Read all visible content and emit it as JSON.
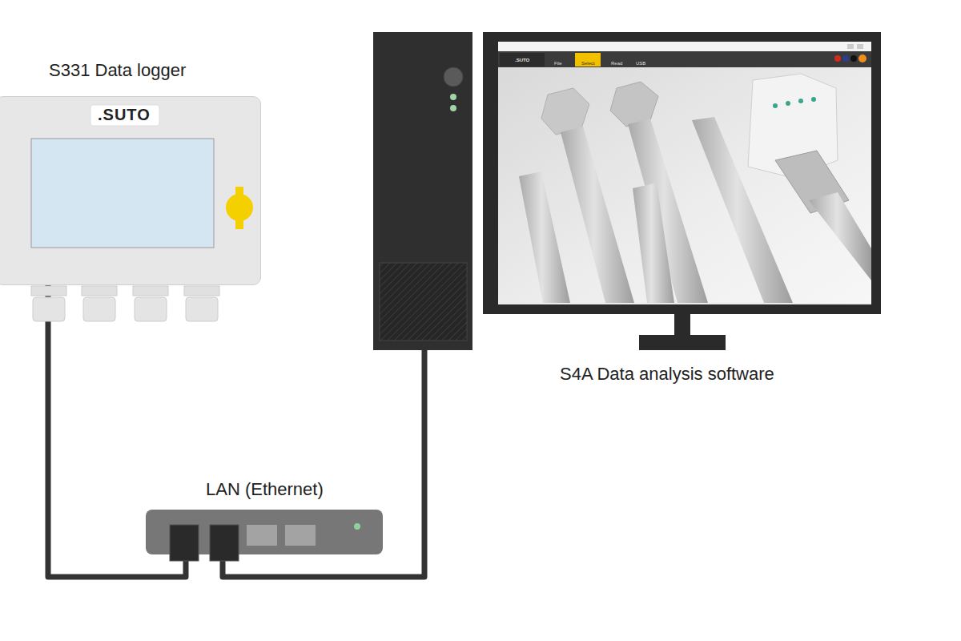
{
  "diagram": {
    "nodes": [
      {
        "text": [
          "S331 Data logger"
        ]
      },
      {
        "text": [
          "LAN (Ethernet)"
        ]
      },
      {
        "text": [
          "S4A Data analysis software"
        ]
      }
    ],
    "edges": [
      {
        "from": 0,
        "to": 1,
        "arrow": "none"
      },
      {
        "from": 1,
        "to": 2,
        "arrow": "none"
      }
    ],
    "labels": [
      ".SUTO",
      ".SUTO",
      "File",
      "Select",
      "Read",
      "USB"
    ]
  }
}
